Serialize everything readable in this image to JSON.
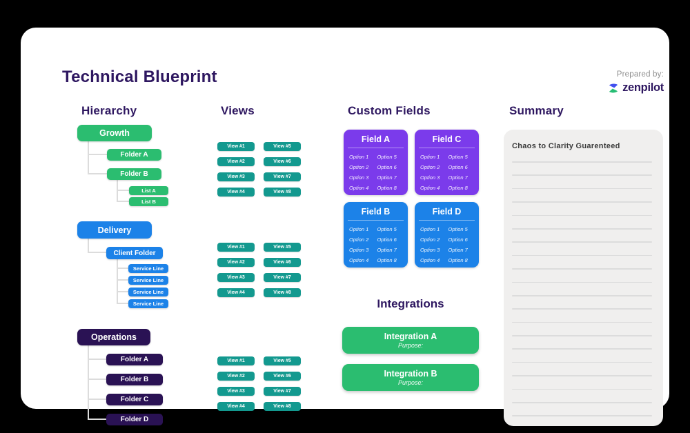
{
  "page": {
    "title": "Technical Blueprint",
    "prepared_by_label": "Prepared by:",
    "brand_name": "zenpilot"
  },
  "colors": {
    "background": "#000000",
    "card": "#ffffff",
    "heading": "#2E1760",
    "green": "#2BBD70",
    "blue": "#1C82E8",
    "teal": "#13998F",
    "purple": "#7B3BEB",
    "dark_purple": "#2A1254",
    "connector": "#dcdcdc",
    "summary_bg": "#f0efee",
    "summary_line": "#dcdcdc"
  },
  "hierarchy": {
    "heading": "Hierarchy",
    "trees": [
      {
        "root": "Growth",
        "color": "#2BBD70",
        "children": [
          "Folder A",
          "Folder B"
        ],
        "grandchildren": [
          "List A",
          "List B"
        ]
      },
      {
        "root": "Delivery",
        "color": "#1C82E8",
        "children": [
          "Client Folder"
        ],
        "grandchildren": [
          "Service Line",
          "Service Line",
          "Service Line",
          "Service Line"
        ]
      },
      {
        "root": "Operations",
        "color": "#2A1254",
        "children": [
          "Folder A",
          "Folder B",
          "Folder C",
          "Folder D"
        ],
        "grandchildren": []
      }
    ]
  },
  "views": {
    "heading": "Views",
    "groups": [
      [
        "View #1",
        "View #2",
        "View #3",
        "View #4",
        "View #5",
        "View #6",
        "View #7",
        "View #8"
      ],
      [
        "View #1",
        "View #2",
        "View #3",
        "View #4",
        "View #5",
        "View #6",
        "View #7",
        "View #8"
      ],
      [
        "View #1",
        "View #2",
        "View #3",
        "View #4",
        "View #5",
        "View #6",
        "View #7",
        "View #8"
      ]
    ]
  },
  "custom_fields": {
    "heading": "Custom Fields",
    "fields": [
      {
        "name": "Field A",
        "color": "#7B3BEB",
        "options": [
          "Option 1",
          "Option 2",
          "Option 3",
          "Option 4",
          "Option 5",
          "Option 6",
          "Option 7",
          "Option 8"
        ]
      },
      {
        "name": "Field C",
        "color": "#7B3BEB",
        "options": [
          "Option 1",
          "Option 2",
          "Option 3",
          "Option 4",
          "Option 5",
          "Option 6",
          "Option 7",
          "Option 8"
        ]
      },
      {
        "name": "Field B",
        "color": "#1C82E8",
        "options": [
          "Option 1",
          "Option 2",
          "Option 3",
          "Option 4",
          "Option 5",
          "Option 6",
          "Option 7",
          "Option 8"
        ]
      },
      {
        "name": "Field D",
        "color": "#1C82E8",
        "options": [
          "Option 1",
          "Option 2",
          "Option 3",
          "Option 4",
          "Option 5",
          "Option 6",
          "Option 7",
          "Option 8"
        ]
      }
    ]
  },
  "integrations": {
    "heading": "Integrations",
    "items": [
      {
        "name": "Integration A",
        "purpose_label": "Purpose:"
      },
      {
        "name": "Integration B",
        "purpose_label": "Purpose:"
      }
    ]
  },
  "summary": {
    "heading": "Summary",
    "note": "Chaos to Clarity Guarenteed",
    "ruled_line_count": 20
  }
}
